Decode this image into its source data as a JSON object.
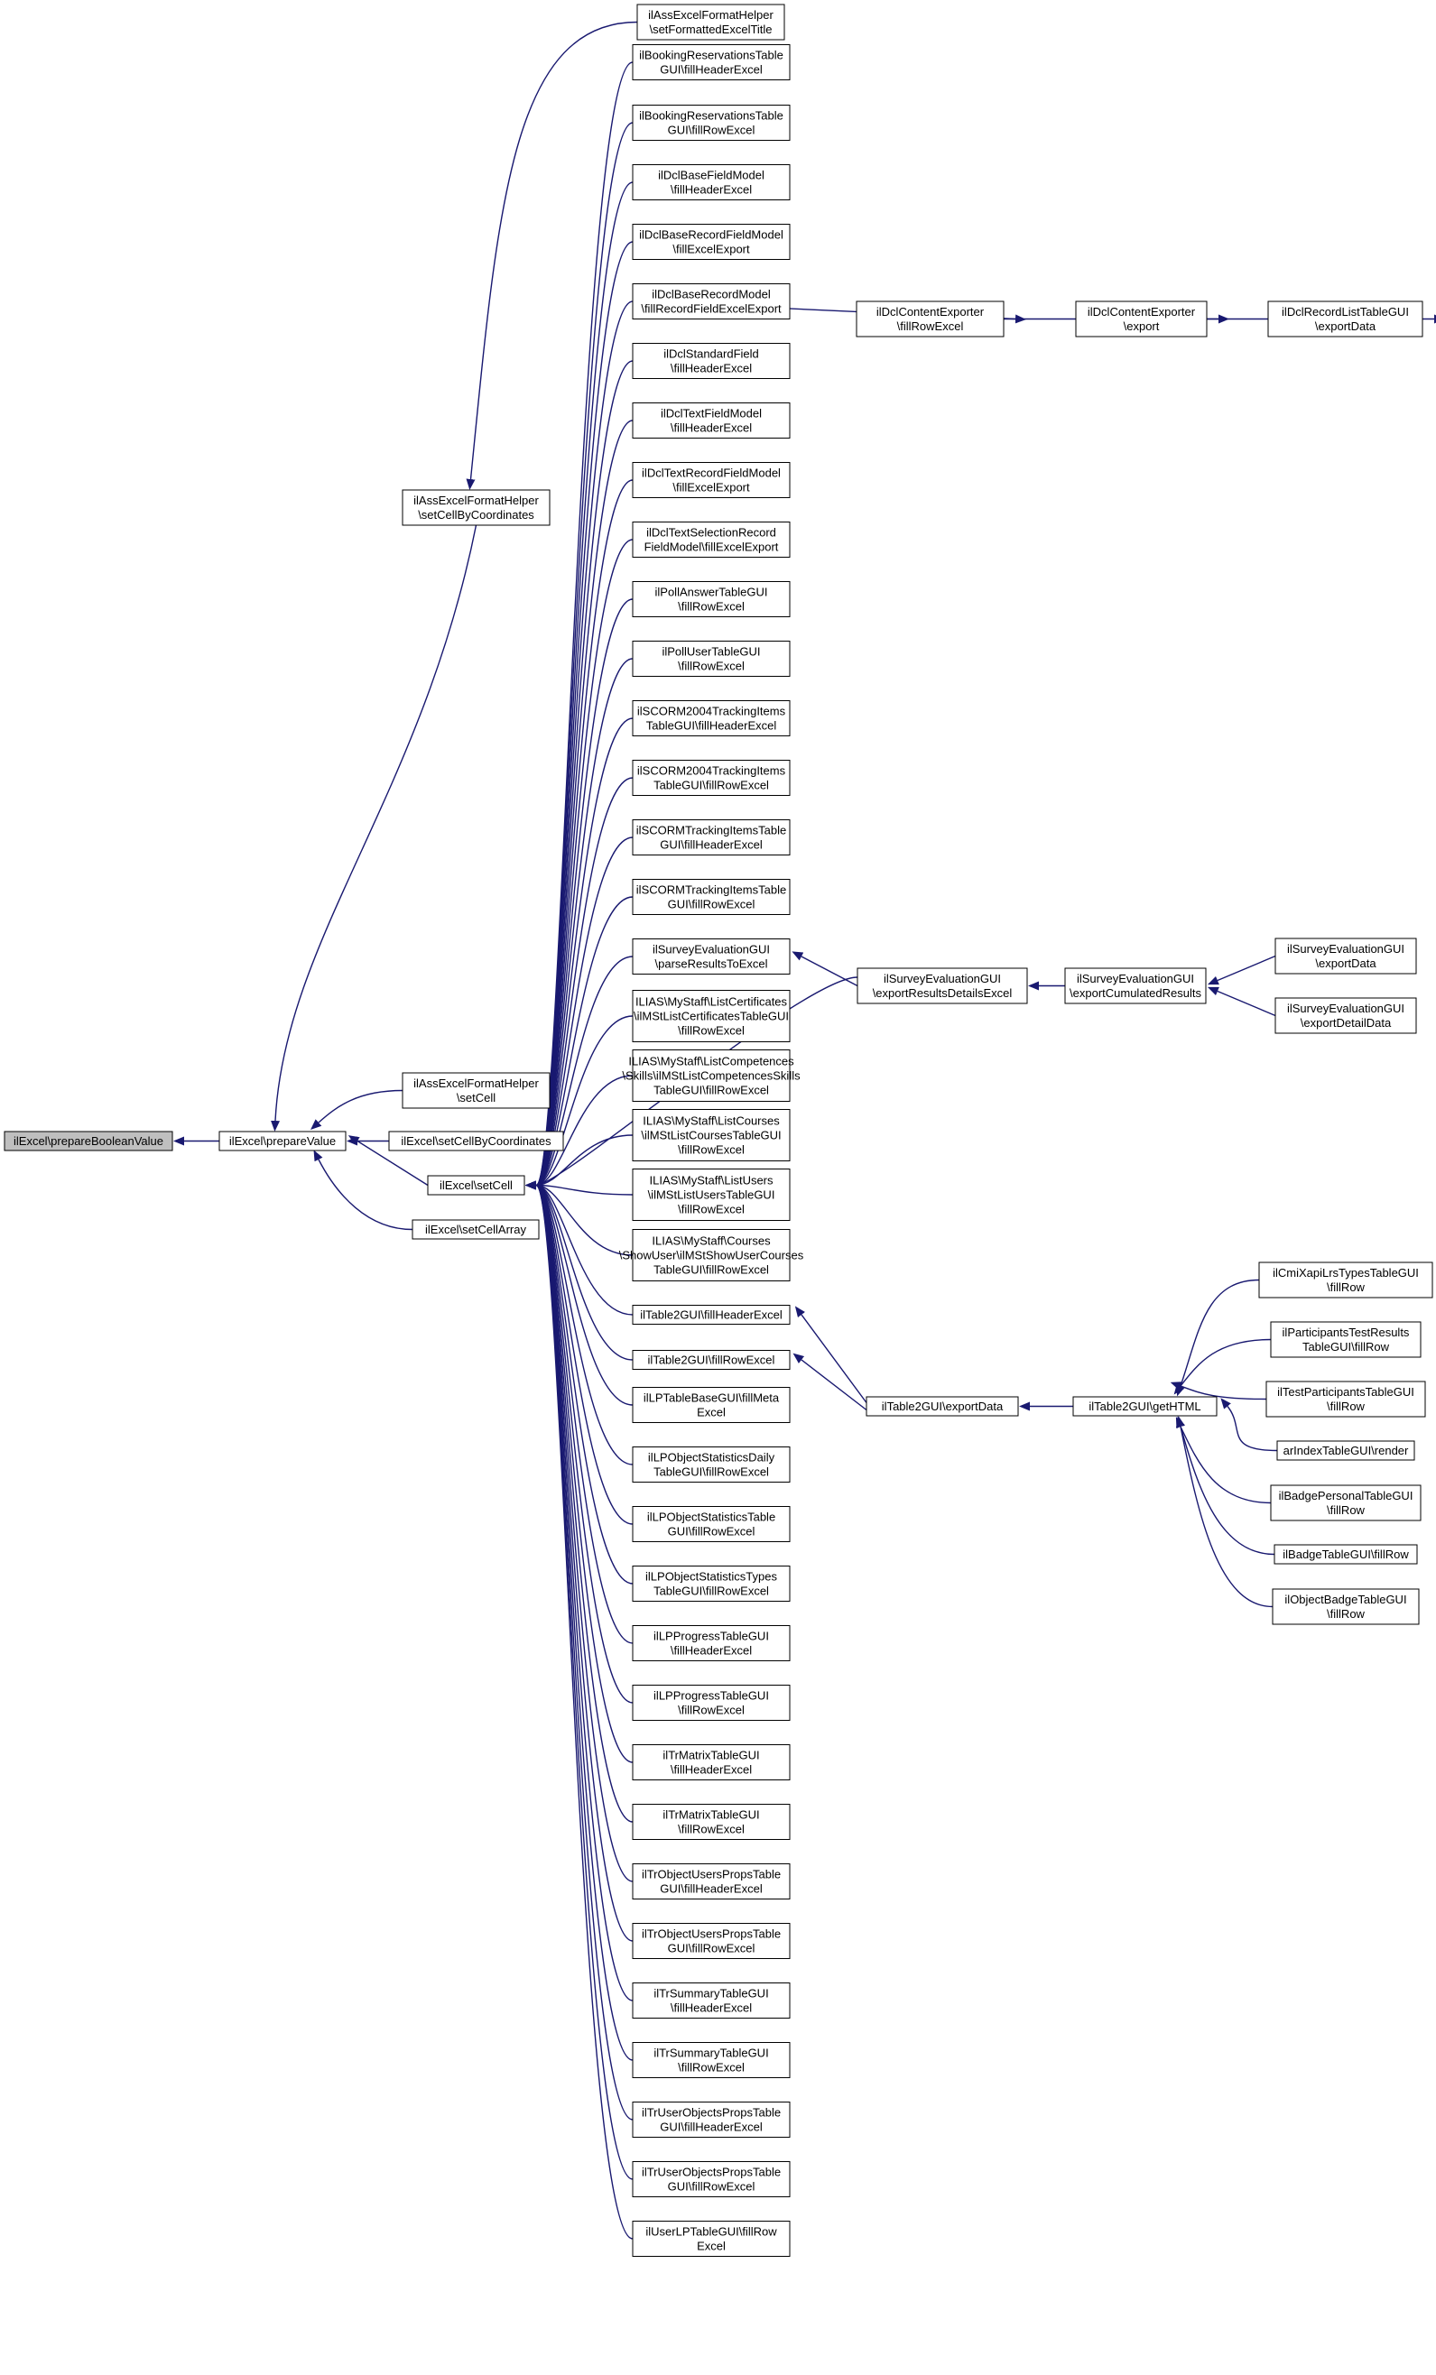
{
  "colors": {
    "node_fill": "#ffffff",
    "node_stroke": "#000000",
    "highlight_fill": "#bfbfbf",
    "edge": "#191970"
  },
  "nodes": [
    {
      "id": "n0",
      "lines": [
        "ilExcel\\prepareBooleanValue"
      ],
      "highlight": true
    },
    {
      "id": "n1",
      "lines": [
        "ilExcel\\prepareValue"
      ]
    },
    {
      "id": "n2",
      "lines": [
        "ilAssExcelFormatHelper",
        "\\setCellByCoordinates"
      ]
    },
    {
      "id": "n3",
      "lines": [
        "ilAssExcelFormatHelper",
        "\\setCell"
      ]
    },
    {
      "id": "n4",
      "lines": [
        "ilExcel\\setCellByCoordinates"
      ]
    },
    {
      "id": "n5",
      "lines": [
        "ilExcel\\setCell"
      ]
    },
    {
      "id": "n6",
      "lines": [
        "ilExcel\\setCellArray"
      ]
    },
    {
      "id": "n7",
      "lines": [
        "ilAssExcelFormatHelper",
        "\\setFormattedExcelTitle"
      ]
    },
    {
      "id": "c0",
      "lines": [
        "ilBookingReservationsTable",
        "GUI\\fillHeaderExcel"
      ]
    },
    {
      "id": "c1",
      "lines": [
        "ilBookingReservationsTable",
        "GUI\\fillRowExcel"
      ]
    },
    {
      "id": "c2",
      "lines": [
        "ilDclBaseFieldModel",
        "\\fillHeaderExcel"
      ]
    },
    {
      "id": "c3",
      "lines": [
        "ilDclBaseRecordFieldModel",
        "\\fillExcelExport"
      ]
    },
    {
      "id": "c4",
      "lines": [
        "ilDclBaseRecordModel",
        "\\fillRecordFieldExcelExport"
      ]
    },
    {
      "id": "c5",
      "lines": [
        "ilDclStandardField",
        "\\fillHeaderExcel"
      ]
    },
    {
      "id": "c6",
      "lines": [
        "ilDclTextFieldModel",
        "\\fillHeaderExcel"
      ]
    },
    {
      "id": "c7",
      "lines": [
        "ilDclTextRecordFieldModel",
        "\\fillExcelExport"
      ]
    },
    {
      "id": "c8",
      "lines": [
        "ilDclTextSelectionRecord",
        "FieldModel\\fillExcelExport"
      ]
    },
    {
      "id": "c9",
      "lines": [
        "ilPollAnswerTableGUI",
        "\\fillRowExcel"
      ]
    },
    {
      "id": "c10",
      "lines": [
        "ilPollUserTableGUI",
        "\\fillRowExcel"
      ]
    },
    {
      "id": "c11",
      "lines": [
        "ilSCORM2004TrackingItems",
        "TableGUI\\fillHeaderExcel"
      ]
    },
    {
      "id": "c12",
      "lines": [
        "ilSCORM2004TrackingItems",
        "TableGUI\\fillRowExcel"
      ]
    },
    {
      "id": "c13",
      "lines": [
        "ilSCORMTrackingItemsTable",
        "GUI\\fillHeaderExcel"
      ]
    },
    {
      "id": "c14",
      "lines": [
        "ilSCORMTrackingItemsTable",
        "GUI\\fillRowExcel"
      ]
    },
    {
      "id": "c15",
      "lines": [
        "ilSurveyEvaluationGUI",
        "\\parseResultsToExcel"
      ]
    },
    {
      "id": "c16",
      "lines": [
        "ILIAS\\MyStaff\\ListCertificates",
        "\\ilMStListCertificatesTableGUI",
        "\\fillRowExcel"
      ]
    },
    {
      "id": "c17",
      "lines": [
        "ILIAS\\MyStaff\\ListCompetences",
        "\\Skills\\ilMStListCompetencesSkills",
        "TableGUI\\fillRowExcel"
      ]
    },
    {
      "id": "c18",
      "lines": [
        "ILIAS\\MyStaff\\ListCourses",
        "\\ilMStListCoursesTableGUI",
        "\\fillRowExcel"
      ]
    },
    {
      "id": "c19",
      "lines": [
        "ILIAS\\MyStaff\\ListUsers",
        "\\ilMStListUsersTableGUI",
        "\\fillRowExcel"
      ]
    },
    {
      "id": "c20",
      "lines": [
        "ILIAS\\MyStaff\\Courses",
        "\\ShowUser\\ilMStShowUserCourses",
        "TableGUI\\fillRowExcel"
      ]
    },
    {
      "id": "c21",
      "lines": [
        "ilTable2GUI\\fillHeaderExcel"
      ]
    },
    {
      "id": "c22",
      "lines": [
        "ilTable2GUI\\fillRowExcel"
      ]
    },
    {
      "id": "c23",
      "lines": [
        "ilLPTableBaseGUI\\fillMeta",
        "Excel"
      ]
    },
    {
      "id": "c24",
      "lines": [
        "ilLPObjectStatisticsDaily",
        "TableGUI\\fillRowExcel"
      ]
    },
    {
      "id": "c25",
      "lines": [
        "ilLPObjectStatisticsTable",
        "GUI\\fillRowExcel"
      ]
    },
    {
      "id": "c26",
      "lines": [
        "ilLPObjectStatisticsTypes",
        "TableGUI\\fillRowExcel"
      ]
    },
    {
      "id": "c27",
      "lines": [
        "ilLPProgressTableGUI",
        "\\fillHeaderExcel"
      ]
    },
    {
      "id": "c28",
      "lines": [
        "ilLPProgressTableGUI",
        "\\fillRowExcel"
      ]
    },
    {
      "id": "c29",
      "lines": [
        "ilTrMatrixTableGUI",
        "\\fillHeaderExcel"
      ]
    },
    {
      "id": "c30",
      "lines": [
        "ilTrMatrixTableGUI",
        "\\fillRowExcel"
      ]
    },
    {
      "id": "c31",
      "lines": [
        "ilTrObjectUsersPropsTable",
        "GUI\\fillHeaderExcel"
      ]
    },
    {
      "id": "c32",
      "lines": [
        "ilTrObjectUsersPropsTable",
        "GUI\\fillRowExcel"
      ]
    },
    {
      "id": "c33",
      "lines": [
        "ilTrSummaryTableGUI",
        "\\fillHeaderExcel"
      ]
    },
    {
      "id": "c34",
      "lines": [
        "ilTrSummaryTableGUI",
        "\\fillRowExcel"
      ]
    },
    {
      "id": "c35",
      "lines": [
        "ilTrUserObjectsPropsTable",
        "GUI\\fillHeaderExcel"
      ]
    },
    {
      "id": "c36",
      "lines": [
        "ilTrUserObjectsPropsTable",
        "GUI\\fillRowExcel"
      ]
    },
    {
      "id": "c37",
      "lines": [
        "ilUserLPTableGUI\\fillRow",
        "Excel"
      ]
    },
    {
      "id": "d1",
      "lines": [
        "ilDclContentExporter",
        "\\fillRowExcel"
      ]
    },
    {
      "id": "d2",
      "lines": [
        "ilDclContentExporter",
        "\\export"
      ]
    },
    {
      "id": "d3",
      "lines": [
        "ilDclRecordListTableGUI",
        "\\exportData"
      ]
    },
    {
      "id": "s1",
      "lines": [
        "ilSurveyEvaluationGUI",
        "\\exportResultsDetailsExcel"
      ]
    },
    {
      "id": "s2",
      "lines": [
        "ilSurveyEvaluationGUI",
        "\\exportCumulatedResults"
      ]
    },
    {
      "id": "s3",
      "lines": [
        "ilSurveyEvaluationGUI",
        "\\exportData"
      ]
    },
    {
      "id": "s4",
      "lines": [
        "ilSurveyEvaluationGUI",
        "\\exportDetailData"
      ]
    },
    {
      "id": "t1",
      "lines": [
        "ilTable2GUI\\exportData"
      ]
    },
    {
      "id": "t2",
      "lines": [
        "ilTable2GUI\\getHTML"
      ]
    },
    {
      "id": "r0",
      "lines": [
        "ilCmiXapiLrsTypesTableGUI",
        "\\fillRow"
      ]
    },
    {
      "id": "r1",
      "lines": [
        "ilParticipantsTestResults",
        "TableGUI\\fillRow"
      ]
    },
    {
      "id": "r2",
      "lines": [
        "ilTestParticipantsTableGUI",
        "\\fillRow"
      ]
    },
    {
      "id": "r3",
      "lines": [
        "arIndexTableGUI\\render"
      ]
    },
    {
      "id": "r4",
      "lines": [
        "ilBadgePersonalTableGUI",
        "\\fillRow"
      ]
    },
    {
      "id": "r5",
      "lines": [
        "ilBadgeTableGUI\\fillRow"
      ]
    },
    {
      "id": "r6",
      "lines": [
        "ilObjectBadgeTableGUI",
        "\\fillRow"
      ]
    }
  ]
}
